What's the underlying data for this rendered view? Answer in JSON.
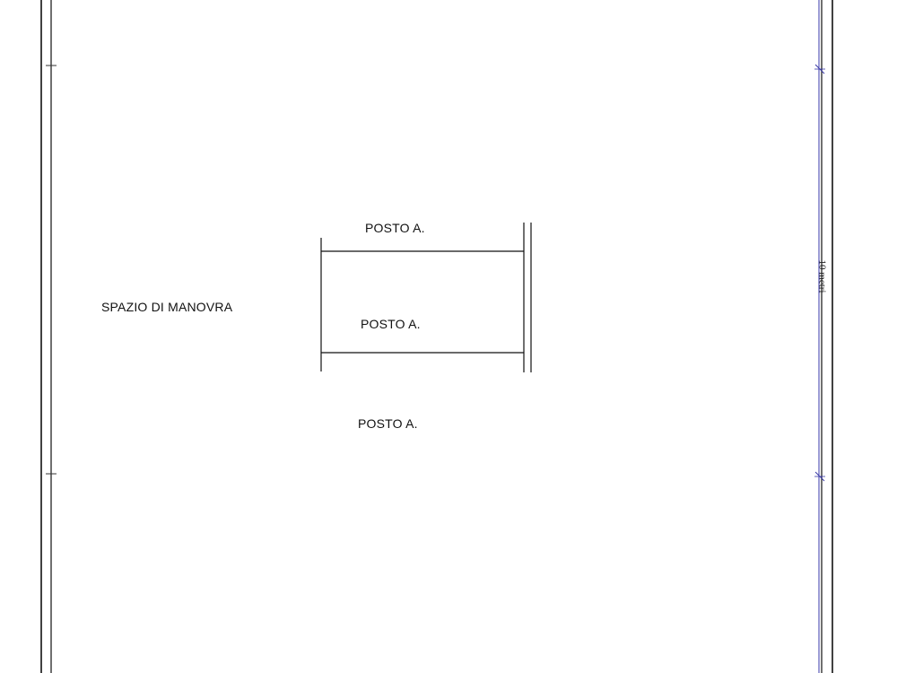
{
  "labels": {
    "parking_1": "POSTO A.",
    "parking_2": "POSTO A.",
    "parking_3": "POSTO A.",
    "maneuver_space": "SPAZIO DI MANOVRA",
    "dimension": "10 metri"
  },
  "colors": {
    "line": "#111111",
    "dimension_line": "#3a3aa8",
    "background": "#ffffff"
  }
}
